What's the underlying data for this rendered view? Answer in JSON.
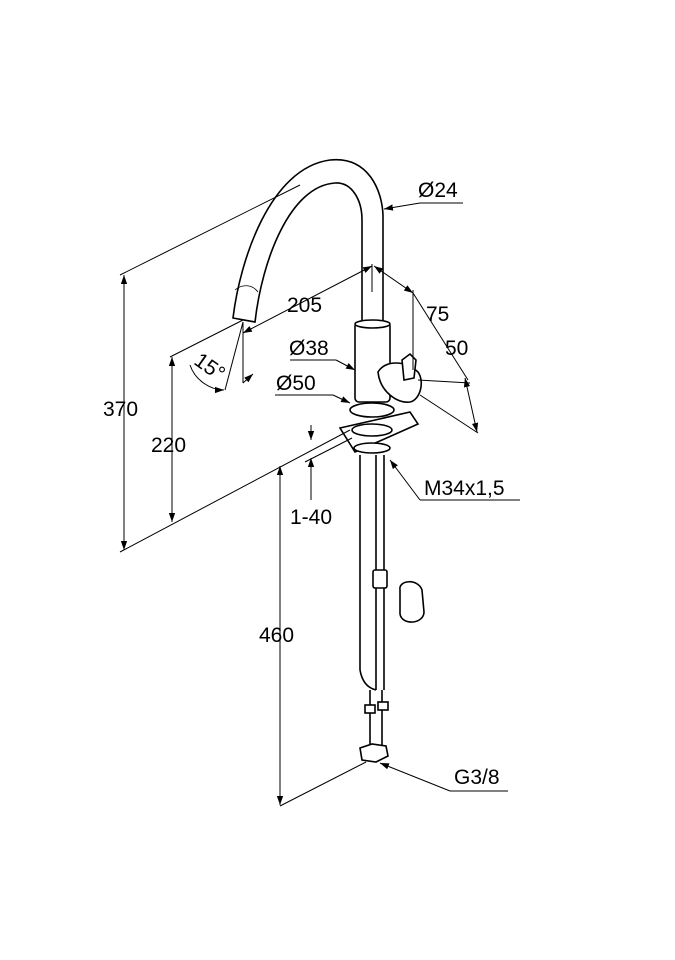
{
  "drawing": {
    "dimensions": {
      "spout_diameter": "Ø24",
      "reach": "205",
      "handle_offset": "75",
      "handle_depth": "50",
      "body_diameter": "Ø38",
      "base_diameter": "Ø50",
      "spout_angle": "15°",
      "total_height": "370",
      "spout_height": "220",
      "counter_thickness": "1-40",
      "thread": "M34x1,5",
      "hose_length": "460",
      "connection": "G3/8"
    }
  }
}
